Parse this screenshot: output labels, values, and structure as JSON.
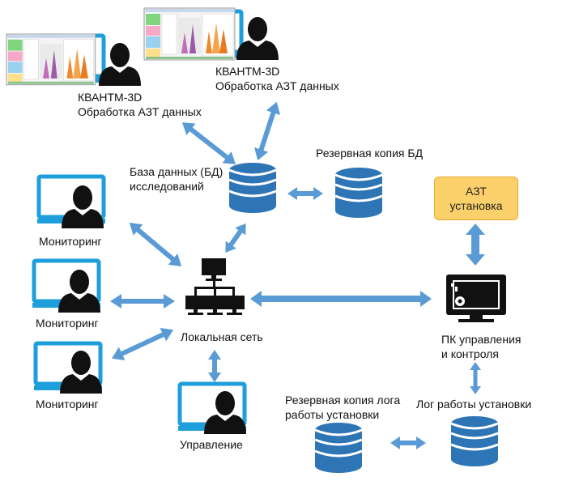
{
  "colors": {
    "database_blue": "#2e75b6",
    "arrow_blue": "#5b9bd5",
    "monitor_frame": "#1e9fdc",
    "azt_fill": "#fcd06a",
    "icon_black": "#111111"
  },
  "nodes": {
    "kvantm_left": {
      "line1": "КВАНТМ-3D",
      "line2": "Обработка АЗТ данных",
      "icon": "user-with-software-screenshot-icon"
    },
    "kvantm_right": {
      "line1": "КВАНТМ-3D",
      "line2": "Обработка АЗТ данных",
      "icon": "user-with-software-screenshot-icon"
    },
    "research_db": {
      "line1": "База данных (БД)",
      "line2": "исследований",
      "icon": "database-icon"
    },
    "backup_db": {
      "label": "Резервная копия БД",
      "icon": "database-icon"
    },
    "azt_unit": {
      "line1": "АЗТ",
      "line2": "установка"
    },
    "monitoring_1": {
      "label": "Мониторинг",
      "icon": "user-at-monitor-icon"
    },
    "monitoring_2": {
      "label": "Мониторинг",
      "icon": "user-at-monitor-icon"
    },
    "monitoring_3": {
      "label": "Мониторинг",
      "icon": "user-at-monitor-icon"
    },
    "local_network": {
      "label": "Локальная сеть",
      "icon": "network-icon"
    },
    "control_pc": {
      "line1": "ПК управления",
      "line2": "и контроля",
      "icon": "control-monitor-icon"
    },
    "management": {
      "label": "Управление",
      "icon": "user-at-monitor-icon"
    },
    "log_backup": {
      "line1": "Резервная копия лога",
      "line2": "работы установки",
      "icon": "database-icon"
    },
    "log_db": {
      "label": "Лог работы установки",
      "icon": "database-icon"
    }
  }
}
